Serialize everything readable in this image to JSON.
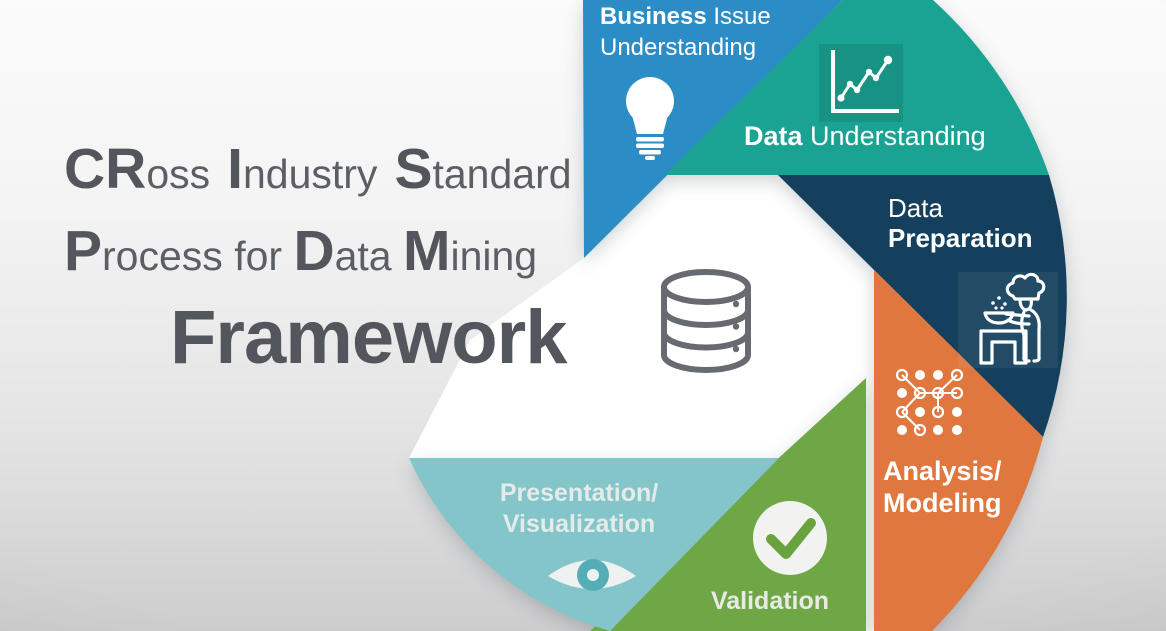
{
  "title": {
    "l1w1_big": "CR",
    "l1w1_rest": "oss",
    "l1w2_big": "I",
    "l1w2_rest": "ndustry",
    "l1w3_big": "S",
    "l1w3_rest": "tandard",
    "l2w1_big": "P",
    "l2w1_rest": "rocess",
    "l2w2": " for ",
    "l2w3_big": "D",
    "l2w3_rest": "ata ",
    "l2w4_big": "M",
    "l2w4_rest": "ining",
    "line3": "Framework",
    "text_color": "#53565c"
  },
  "wedges": {
    "business_issue": {
      "bold": "Business",
      "rest": " Issue",
      "line2": "Understanding",
      "color": "#2b8cc6",
      "icon": "lightbulb-icon"
    },
    "data_understanding": {
      "bold": "Data",
      "rest": " Understanding",
      "color": "#1aa392",
      "icon": "line-chart-icon"
    },
    "data_preparation": {
      "line1": "Data",
      "line2": "Preparation",
      "color": "#15405d",
      "icon": "chef-cooking-icon"
    },
    "analysis_modeling": {
      "line1": "Analysis/",
      "line2": "Modeling",
      "color": "#e0773e",
      "icon": "network-nodes-icon"
    },
    "validation": {
      "label": "Validation",
      "color": "#6fa746",
      "icon": "check-circle-icon"
    },
    "presentation_visualization": {
      "line1": "Presentation/",
      "line2": "Visualization",
      "color": "#84c5c9",
      "icon": "eye-icon"
    }
  },
  "center_icon": "database-icon",
  "label_color": "#ffffff"
}
